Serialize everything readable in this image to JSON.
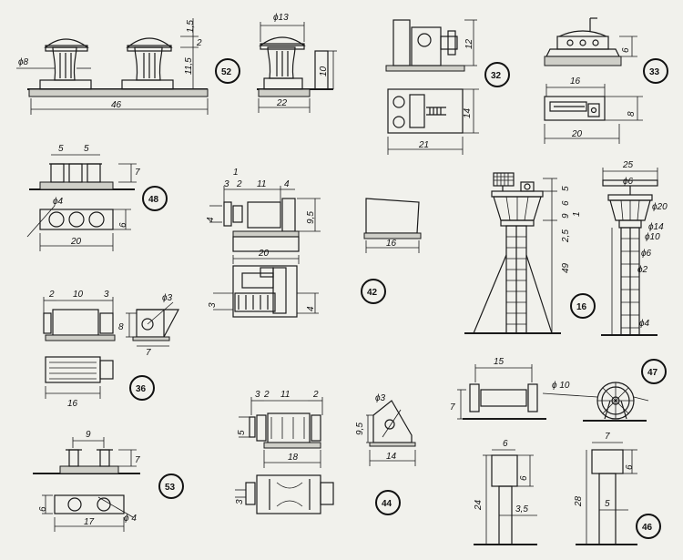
{
  "figures": [
    {
      "id": "52",
      "labels": {
        "d": "ϕ8",
        "a": "1,5",
        "b": "2",
        "c": "11,5",
        "w": "46"
      }
    },
    {
      "id": "52b",
      "labels": {
        "d": "ϕ13",
        "h": "10",
        "w": "22"
      }
    },
    {
      "id": "32",
      "labels": {
        "h": "12",
        "h2": "14",
        "w": "21"
      }
    },
    {
      "id": "33",
      "labels": {
        "h": "6",
        "w": "16",
        "h2": "8",
        "w2": "20"
      }
    },
    {
      "id": "48",
      "labels": {
        "a": "5",
        "b": "5",
        "h": "7",
        "d": "ϕ4",
        "h2": "6",
        "w": "20"
      }
    },
    {
      "id": "mid",
      "labels": {
        "n": "1",
        "a": "3",
        "b": "2",
        "c": "11",
        "e": "4",
        "h": "4",
        "h2": "9,5",
        "w": "20",
        "h3": "3",
        "h4": "4"
      }
    },
    {
      "id": "42",
      "labels": {
        "w": "16"
      }
    },
    {
      "id": "16",
      "labels": {
        "a": "5",
        "b": "6",
        "c": "9",
        "d": "1",
        "e": "2,5",
        "f": "49"
      }
    },
    {
      "id": "47top",
      "labels": {
        "w": "25",
        "a": "ϕ6",
        "b": "ϕ20",
        "c": "ϕ14",
        "d": "ϕ10",
        "e": "ϕ6",
        "f": "ϕ2",
        "g": "ϕ4"
      }
    },
    {
      "id": "36",
      "labels": {
        "a": "2",
        "b": "10",
        "c": "3",
        "d": "ϕ3",
        "h": "8",
        "w": "7",
        "w2": "16"
      }
    },
    {
      "id": "47",
      "labels": {
        "w": "15",
        "h": "7",
        "d": "ϕ 10"
      }
    },
    {
      "id": "53",
      "labels": {
        "a": "9",
        "h": "7",
        "h2": "6",
        "d": "ϕ 4",
        "w": "17"
      }
    },
    {
      "id": "44",
      "labels": {
        "a": "3",
        "b": "2",
        "c": "11",
        "e": "2",
        "h": "5",
        "w": "18",
        "h2": "3",
        "d": "ϕ3",
        "h3": "9,5",
        "w2": "14"
      }
    },
    {
      "id": "46",
      "labels": {
        "a": "6",
        "b": "6",
        "h": "24",
        "c": "3,5",
        "a2": "7",
        "b2": "6",
        "h2": "28",
        "c2": "5"
      }
    }
  ],
  "badges": [
    "52",
    "32",
    "33",
    "48",
    "42",
    "16",
    "47",
    "36",
    "53",
    "44",
    "46"
  ]
}
